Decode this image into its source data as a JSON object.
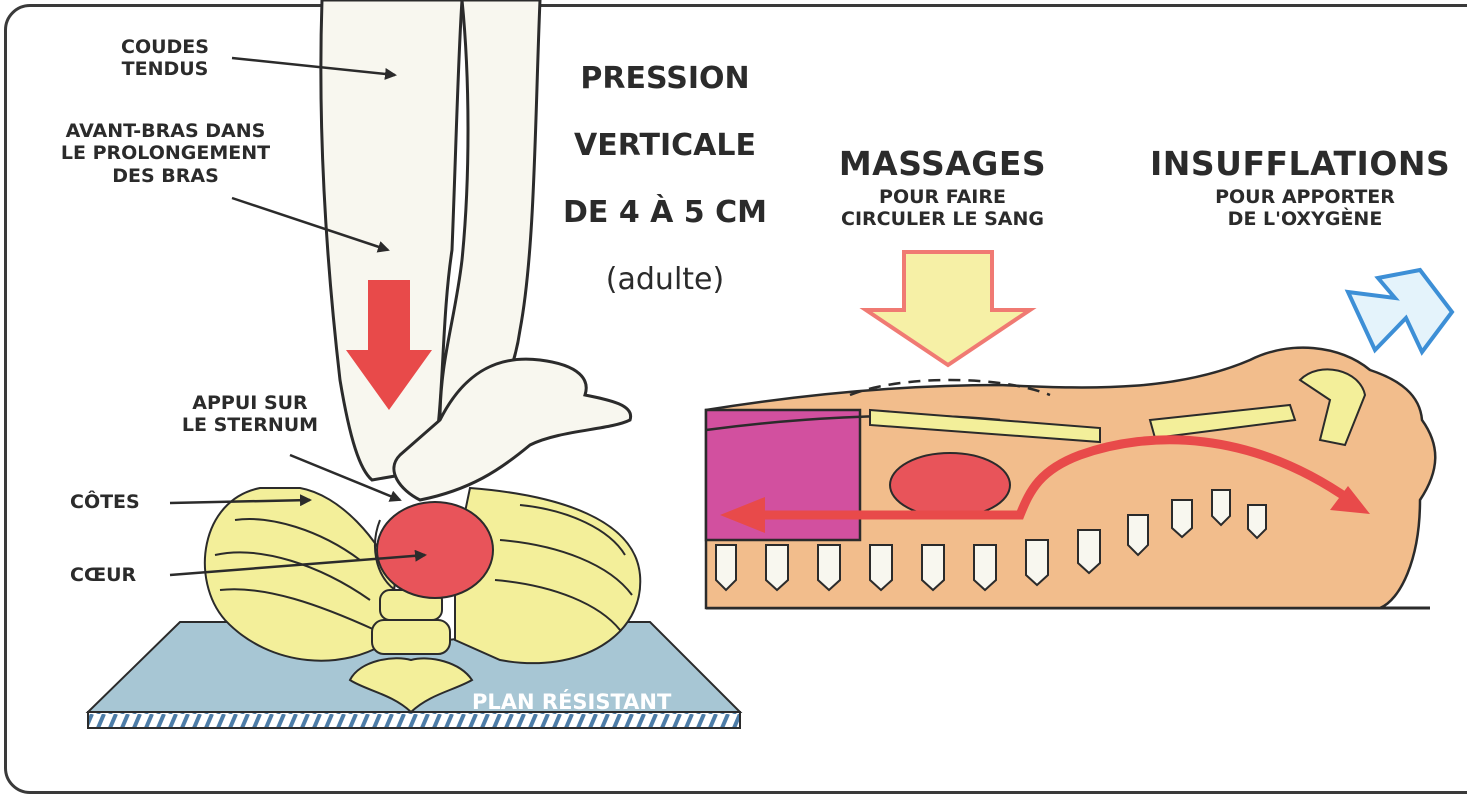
{
  "left_panel": {
    "label_coudes": "COUDES\nTENDUS",
    "label_avant_bras": "AVANT-BRAS DANS\nLE PROLONGEMENT\nDES BRAS",
    "label_pression_line1": "PRESSION",
    "label_pression_line2": "VERTICALE",
    "label_pression_line3": "DE 4 À 5 CM",
    "label_pression_line4": "(adulte)",
    "label_appui": "APPUI SUR\nLE STERNUM",
    "label_cotes": "CÔTES",
    "label_coeur": "CŒUR",
    "label_plan": "PLAN RÉSISTANT"
  },
  "right_panel": {
    "massages_title": "MASSAGES",
    "massages_sub": "POUR FAIRE\nCIRCULER LE SANG",
    "insufflations_title": "INSUFFLATIONS",
    "insufflations_sub": "POUR APPORTER\nDE L'OXYGÈNE"
  },
  "colors": {
    "bone_yellow": "#f3ef9a",
    "heart_red": "#e8545a",
    "arrow_red": "#e84a4a",
    "skin_peach": "#f2bd8c",
    "organ_magenta": "#d2509f",
    "massage_arrow_fill": "#f6f0a6",
    "massage_arrow_outline": "#f07a73",
    "insufflation_arrow_fill": "#e4f3fb",
    "insufflation_arrow_outline": "#3d8fd6",
    "board_blue": "#a7c6d4"
  }
}
